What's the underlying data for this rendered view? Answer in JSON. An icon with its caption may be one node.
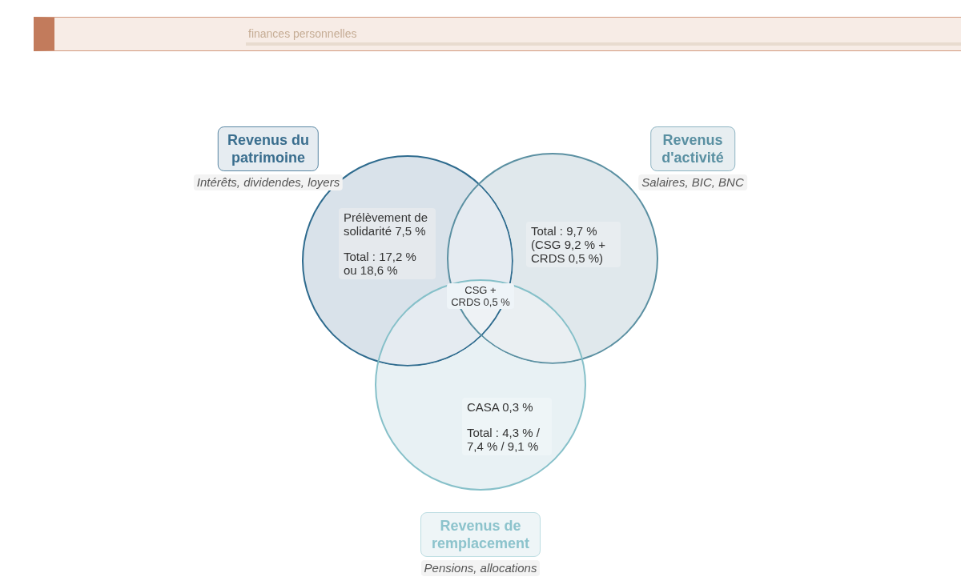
{
  "diagram": {
    "nodes": [
      {
        "text": [
          "Revenus du patrimoine"
        ],
        "beside": [
          "Intérêts, dividendes, loyers"
        ]
      },
      {
        "text": [
          "Revenus d'activité"
        ],
        "beside": [
          "Salaires, BIC, BNC"
        ]
      },
      {
        "text": [],
        "shape": "circle"
      },
      {
        "text": [],
        "shape": "circle"
      },
      {
        "text": [],
        "shape": "circle"
      },
      {
        "text": [
          "Prélèvement de solidarité 7,5 %",
          "Total : 17,2 % ou 18,6 %"
        ],
        "in": 2
      },
      {
        "text": [
          "Total : 9,7 % (CSG 9,2 % + CRDS 0,5 %)"
        ],
        "in": 3
      },
      {
        "text": [
          "CSG + CRDS 0,5 %"
        ]
      },
      {
        "text": [
          "CASA 0,3 %",
          "Total : 4,3 % / 7,4 % / 9,1 %"
        ],
        "in": 4
      },
      {
        "text": [
          "Revenus de remplacement"
        ],
        "beside": [
          "Pensions, allocations"
        ]
      }
    ],
    "labels": [
      "finances personnelles"
    ]
  }
}
